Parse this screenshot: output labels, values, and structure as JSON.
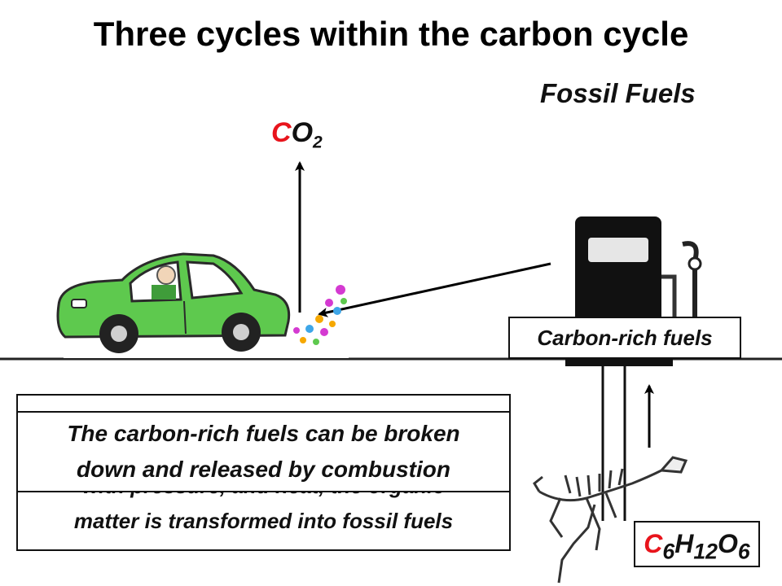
{
  "slide": {
    "title": "Three cycles within the carbon cycle",
    "subtitle": "Fossil Fuels"
  },
  "labels": {
    "co2": {
      "c": "C",
      "o": "O",
      "sub": "2"
    },
    "carbon_rich_fuels": "Carbon-rich fuels",
    "glucose": {
      "c": "C",
      "c_sub": "6",
      "h": "H",
      "h_sub": "12",
      "o": "O",
      "o_sub": "6"
    }
  },
  "text_boxes": {
    "hidden_back": {
      "line1": "with pressure, and heat, the organic",
      "line2": "matter is transformed into fossil fuels"
    },
    "front": {
      "line1": "The carbon-rich fuels can be broken",
      "line2": "down and released by combustion"
    }
  },
  "colors": {
    "car_body": "#5ec94e",
    "carbon_highlight": "#e8141c",
    "pump": "#111111"
  },
  "icons": [
    "car-icon",
    "fuel-pump-icon",
    "dinosaur-skeleton-icon",
    "exhaust-flowers-icon"
  ]
}
